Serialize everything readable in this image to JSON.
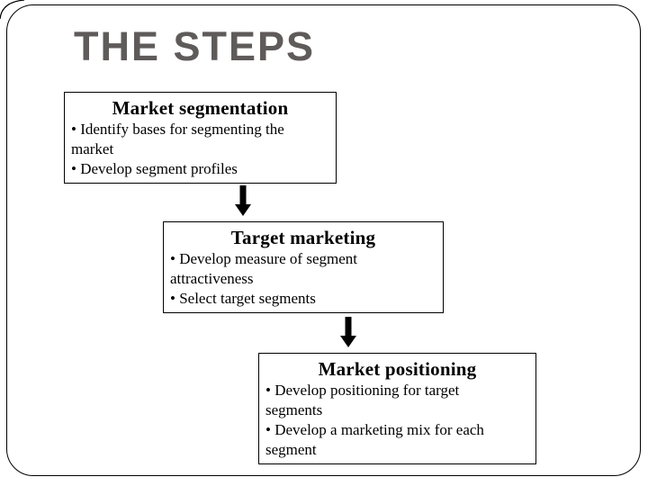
{
  "slide": {
    "title": "THE STEPS",
    "colors": {
      "title": "#5f5b5a",
      "border": "#000000",
      "arrow": "#000000",
      "background": "#ffffff"
    },
    "boxes": [
      {
        "heading": "Market segmentation",
        "bullets": [
          {
            "lines": [
              "• Identify bases for segmenting the",
              "market"
            ]
          },
          {
            "lines": [
              "• Develop segment profiles"
            ]
          }
        ]
      },
      {
        "heading": "Target marketing",
        "bullets": [
          {
            "lines": [
              "• Develop measure of segment",
              "attractiveness"
            ]
          },
          {
            "lines": [
              "• Select target segments"
            ]
          }
        ]
      },
      {
        "heading": "Market positioning",
        "bullets": [
          {
            "lines": [
              "• Develop positioning for target",
              "segments"
            ]
          },
          {
            "lines": [
              "• Develop a marketing mix for each",
              "segment"
            ]
          }
        ]
      }
    ]
  }
}
